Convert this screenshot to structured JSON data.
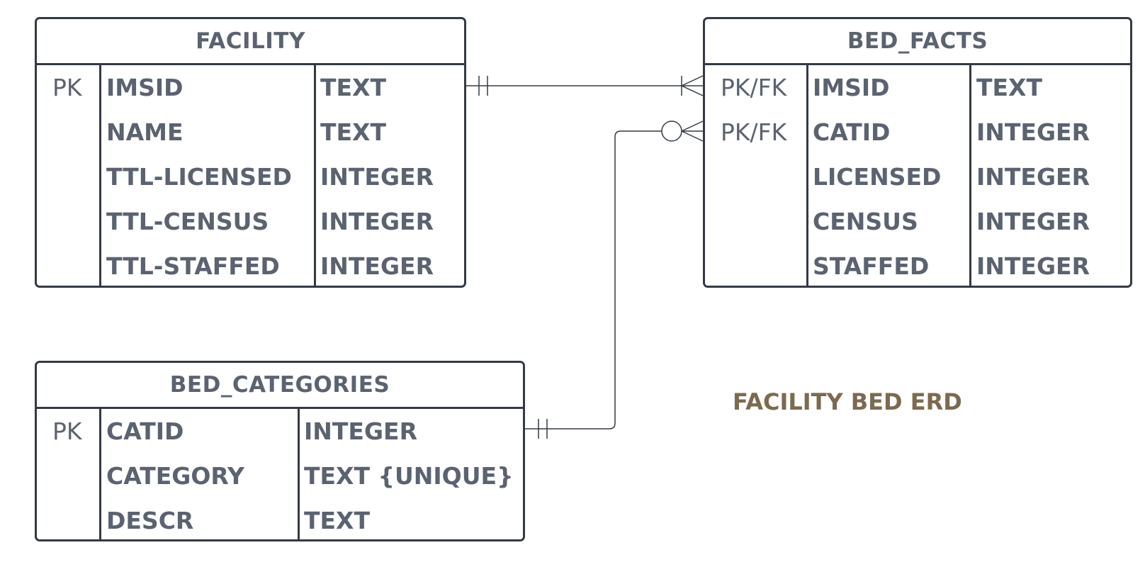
{
  "diagram_title": "FACILITY BED ERD",
  "colors": {
    "border": "#343a44",
    "text": "#5b6270",
    "title": "#7b6a4f"
  },
  "entities": {
    "facility": {
      "name": "FACILITY",
      "rows": [
        {
          "key": "PK",
          "field": "IMSID",
          "type": "TEXT"
        },
        {
          "key": "",
          "field": "NAME",
          "type": "TEXT"
        },
        {
          "key": "",
          "field": "TTL-LICENSED",
          "type": "INTEGER"
        },
        {
          "key": "",
          "field": "TTL-CENSUS",
          "type": "INTEGER"
        },
        {
          "key": "",
          "field": "TTL-STAFFED",
          "type": "INTEGER"
        }
      ]
    },
    "bed_facts": {
      "name": "BED_FACTS",
      "rows": [
        {
          "key": "PK/FK",
          "field": "IMSID",
          "type": "TEXT"
        },
        {
          "key": "PK/FK",
          "field": "CATID",
          "type": "INTEGER"
        },
        {
          "key": "",
          "field": "LICENSED",
          "type": "INTEGER"
        },
        {
          "key": "",
          "field": "CENSUS",
          "type": "INTEGER"
        },
        {
          "key": "",
          "field": "STAFFED",
          "type": "INTEGER"
        }
      ]
    },
    "bed_categories": {
      "name": "BED_CATEGORIES",
      "rows": [
        {
          "key": "PK",
          "field": "CATID",
          "type": "INTEGER"
        },
        {
          "key": "",
          "field": "CATEGORY",
          "type": "TEXT {UNIQUE}"
        },
        {
          "key": "",
          "field": "DESCR",
          "type": "TEXT"
        }
      ]
    }
  },
  "relationships": [
    {
      "from": "FACILITY.IMSID",
      "to": "BED_FACTS.IMSID",
      "from_cardinality": "one-and-only-one",
      "to_cardinality": "one-or-many"
    },
    {
      "from": "BED_CATEGORIES.CATID",
      "to": "BED_FACTS.CATID",
      "from_cardinality": "one-and-only-one",
      "to_cardinality": "zero-or-many"
    }
  ]
}
